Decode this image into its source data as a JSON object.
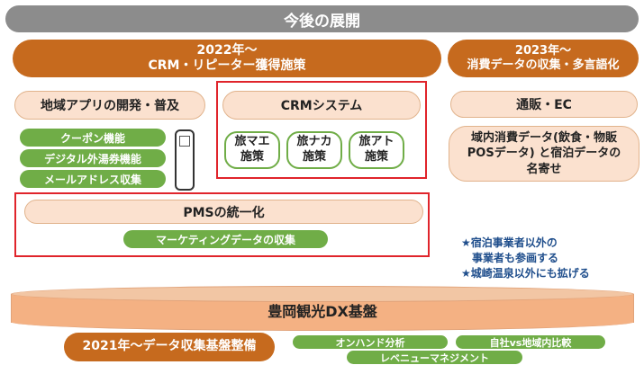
{
  "title": "今後の展開",
  "phases": {
    "left": {
      "year": "2022年～",
      "label": "CRM・リピーター獲得施策"
    },
    "right": {
      "year": "2023年～",
      "label": "消費データの収集・多言語化"
    }
  },
  "left_column": {
    "app_title": "地域アプリの開発・普及",
    "features": [
      "クーポン機能",
      "デジタル外湯券機能",
      "メールアドレス収集"
    ]
  },
  "crm": {
    "title": "CRMシステム",
    "measures": [
      {
        "line1": "旅マエ",
        "line2": "施策"
      },
      {
        "line1": "旅ナカ",
        "line2": "施策"
      },
      {
        "line1": "旅アト",
        "line2": "施策"
      }
    ]
  },
  "pms": {
    "title": "PMSの統一化",
    "item": "マーケティングデータの収集"
  },
  "right_column": {
    "ec_title": "通販・EC",
    "data_text": "域内消費データ(飲食・物販POSデータ) と宿泊データの名寄せ"
  },
  "notes": [
    "★宿泊事業者以外の",
    "　事業者も参画する",
    "★城崎温泉以外にも拡げる"
  ],
  "foundation": {
    "label": "豊岡観光DX基盤"
  },
  "bottom": {
    "start": "2021年～データ収集基盤整備",
    "tags": [
      "オンハンド分析",
      "自社vs地域内比較",
      "レベニューマネジメント"
    ]
  }
}
